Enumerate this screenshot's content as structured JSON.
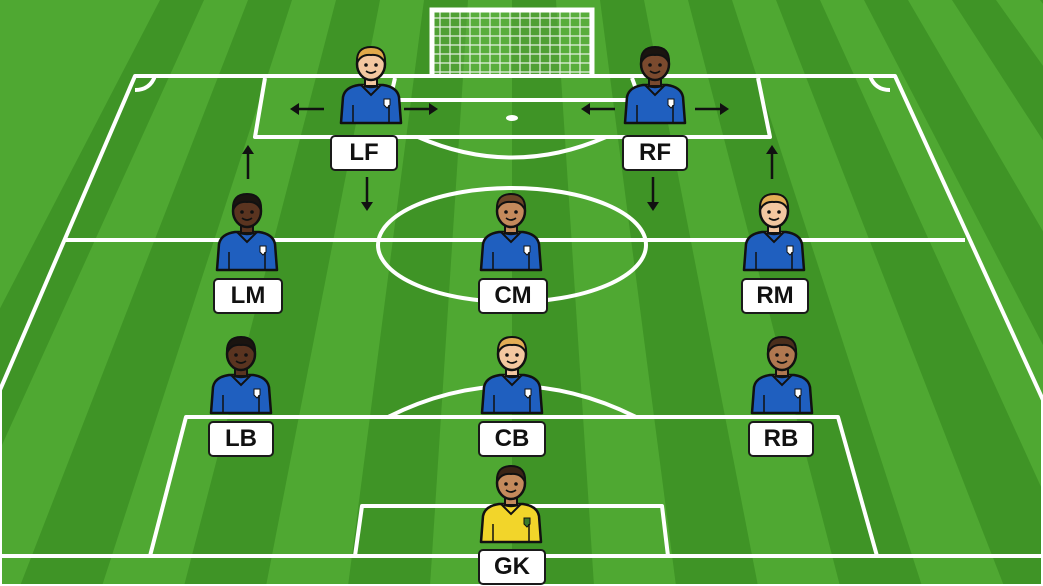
{
  "colors": {
    "grass_light": "#4fa832",
    "grass_dark": "#3f9426",
    "lines": "#ffffff",
    "outfield_kit": "#1f5fbf",
    "goalkeeper_kit": "#f2d52a",
    "label_bg": "#ffffff",
    "label_border": "#1a1a1a"
  },
  "players": [
    {
      "id": "lf",
      "label": "LF",
      "role": "outfield",
      "skin": "#f3c7a0",
      "hair": "#e0a84a"
    },
    {
      "id": "rf",
      "label": "RF",
      "role": "outfield",
      "skin": "#7a4a2e",
      "hair": "#1a1410"
    },
    {
      "id": "lm",
      "label": "LM",
      "role": "outfield",
      "skin": "#5a3420",
      "hair": "#1a1410"
    },
    {
      "id": "cm",
      "label": "CM",
      "role": "outfield",
      "skin": "#c48a5c",
      "hair": "#6b4427"
    },
    {
      "id": "rm",
      "label": "RM",
      "role": "outfield",
      "skin": "#f3c7a0",
      "hair": "#e3ad55"
    },
    {
      "id": "lb",
      "label": "LB",
      "role": "outfield",
      "skin": "#5a3420",
      "hair": "#1a1410"
    },
    {
      "id": "cb",
      "label": "CB",
      "role": "outfield",
      "skin": "#f3c7a0",
      "hair": "#e3ad55"
    },
    {
      "id": "rb",
      "label": "RB",
      "role": "outfield",
      "skin": "#b07850",
      "hair": "#4a2e1c"
    },
    {
      "id": "gk",
      "label": "GK",
      "role": "goalkeeper",
      "skin": "#c48a5c",
      "hair": "#3a2416"
    }
  ],
  "movement_arrows": [
    {
      "id": "lf-left",
      "direction": "left"
    },
    {
      "id": "lf-right",
      "direction": "right"
    },
    {
      "id": "lf-down",
      "direction": "down"
    },
    {
      "id": "rf-left",
      "direction": "left"
    },
    {
      "id": "rf-right",
      "direction": "right"
    },
    {
      "id": "rf-down",
      "direction": "down"
    },
    {
      "id": "lm-up",
      "direction": "up"
    },
    {
      "id": "rm-up",
      "direction": "up"
    }
  ]
}
